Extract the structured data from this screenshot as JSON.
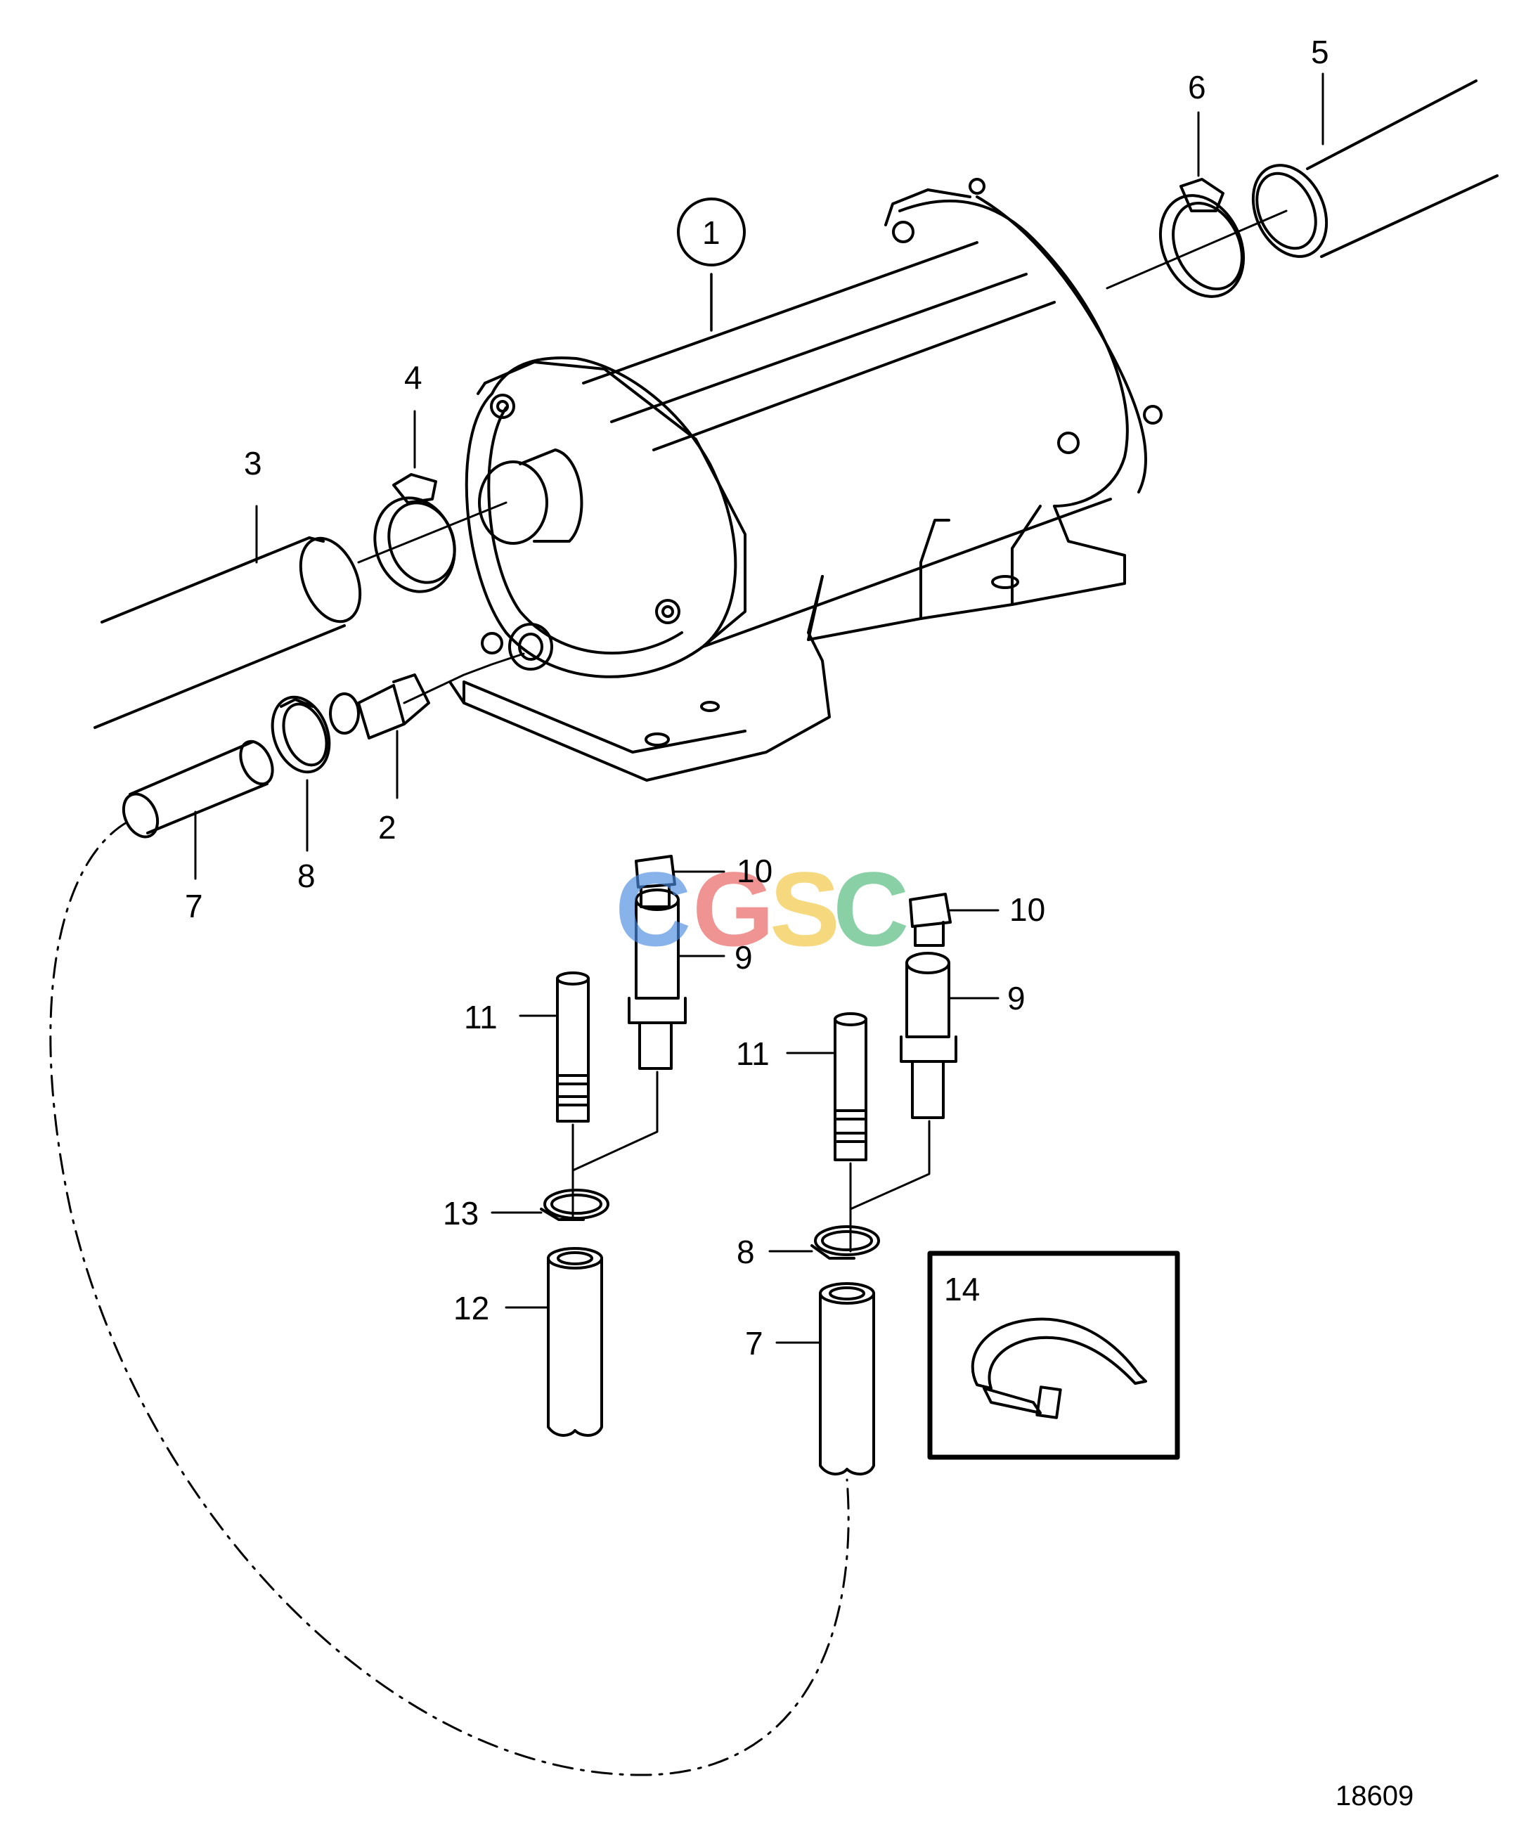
{
  "diagram": {
    "reference_number": "18609",
    "watermark": {
      "letters": [
        "C",
        "G",
        "S",
        "C"
      ],
      "colors": [
        "#4a8be0",
        "#e95a5a",
        "#f2c43a",
        "#4db878"
      ]
    },
    "callouts": {
      "c1": "1",
      "c2": "2",
      "c3": "3",
      "c4": "4",
      "c5": "5",
      "c6": "6",
      "c7_top": "7",
      "c8_top": "8",
      "c9_left": "9",
      "c9_right": "9",
      "c10_left": "10",
      "c10_right": "10",
      "c11_left": "11",
      "c11_right": "11",
      "c12": "12",
      "c13": "13",
      "c8_bottom": "8",
      "c7_bottom": "7",
      "c14": "14"
    },
    "colors": {
      "line": "#000000",
      "background": "#ffffff"
    }
  }
}
